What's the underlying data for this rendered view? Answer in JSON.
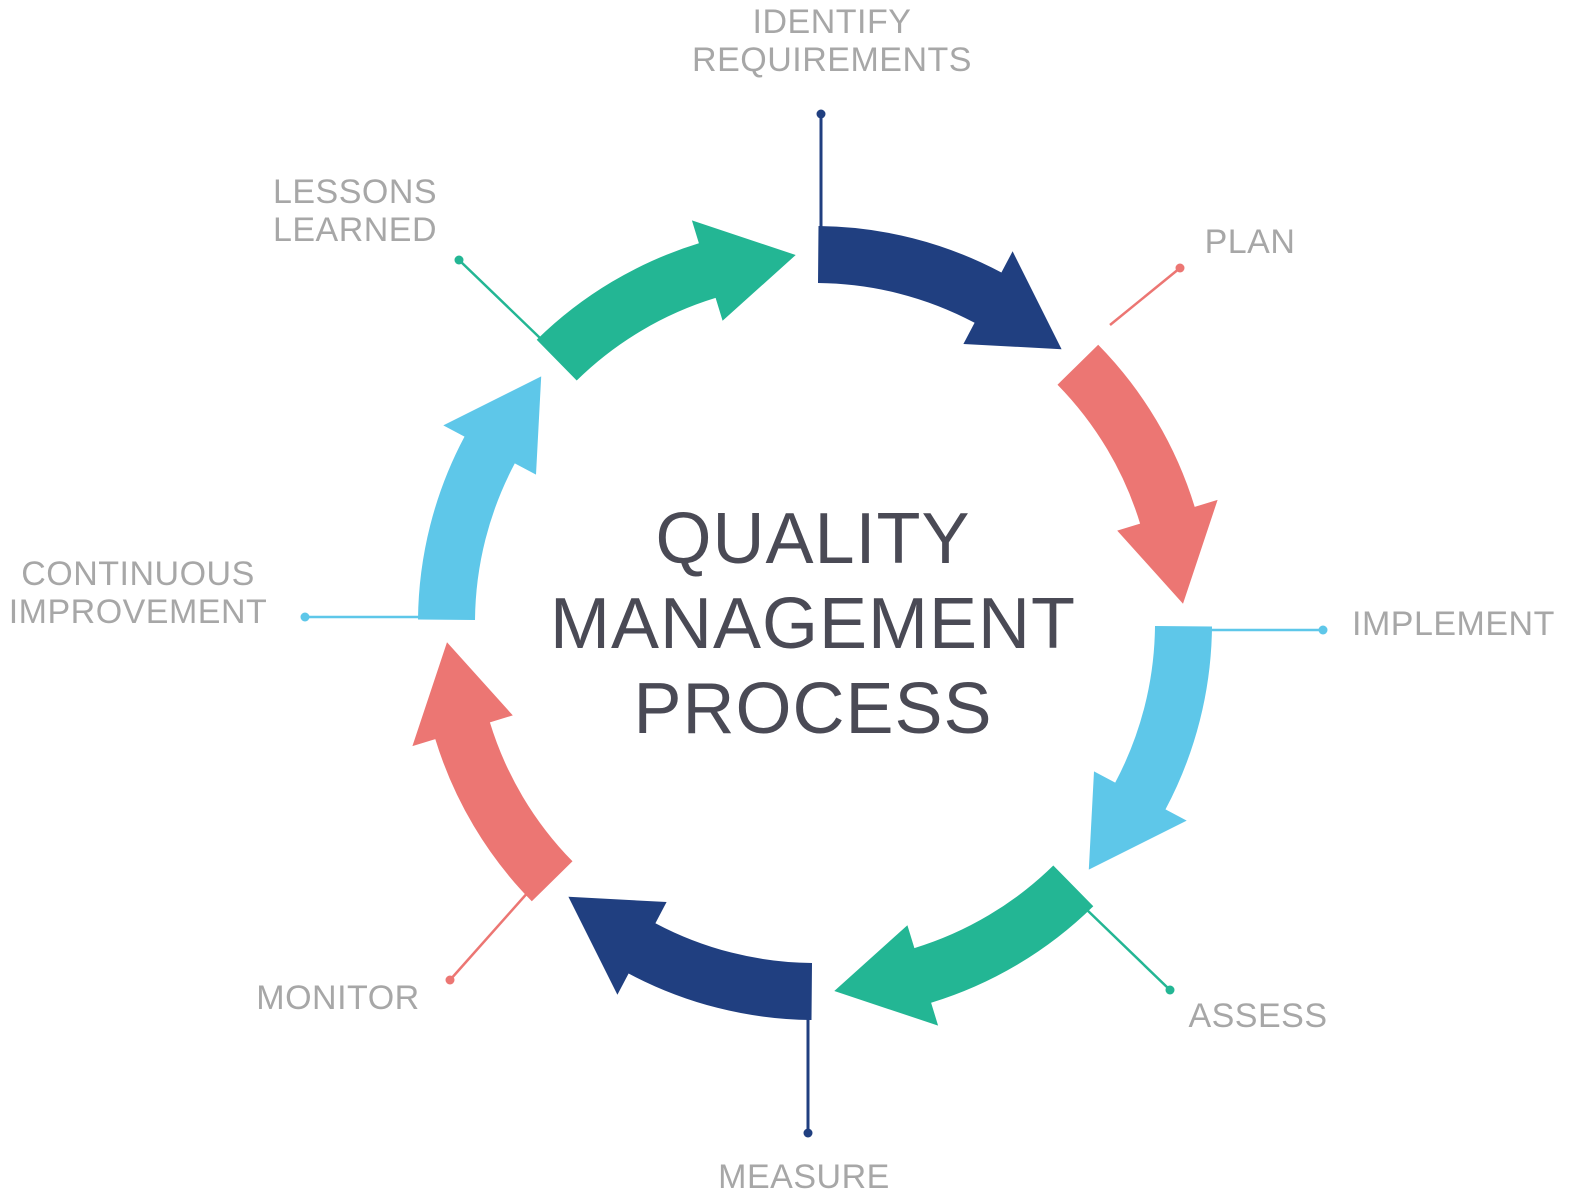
{
  "title_lines": [
    "QUALITY",
    "MANAGEMENT",
    "PROCESS"
  ],
  "stages": [
    {
      "lines": [
        "IDENTIFY",
        "REQUIREMENTS"
      ],
      "color": "#203f80"
    },
    {
      "lines": [
        "PLAN"
      ],
      "color": "#ec7673"
    },
    {
      "lines": [
        "IMPLEMENT"
      ],
      "color": "#5ec7e9"
    },
    {
      "lines": [
        "ASSESS"
      ],
      "color": "#23b694"
    },
    {
      "lines": [
        "MEASURE"
      ],
      "color": "#203f80"
    },
    {
      "lines": [
        "MONITOR"
      ],
      "color": "#ec7673"
    },
    {
      "lines": [
        "CONTINUOUS",
        "IMPROVEMENT"
      ],
      "color": "#5ec7e9"
    },
    {
      "lines": [
        "LESSONS",
        "LEARNED"
      ],
      "color": "#23b694"
    }
  ],
  "colors": {
    "navy": "#203f80",
    "coral": "#ec7673",
    "sky": "#5ec7e9",
    "teal": "#23b694",
    "label_gray": "#a7a7a7",
    "title_dark": "#4a4a55"
  }
}
